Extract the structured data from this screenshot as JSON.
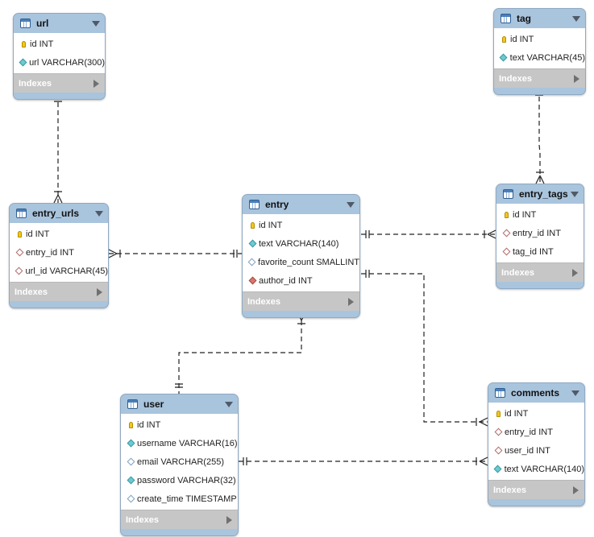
{
  "diagram": {
    "tables": [
      {
        "id": "url",
        "title": "url",
        "columns": [
          {
            "icon": "primary-key-icon",
            "text": "id INT"
          },
          {
            "icon": "column-cyan-diamond-icon",
            "text": "url VARCHAR(300)"
          }
        ],
        "indexes_label": "Indexes"
      },
      {
        "id": "tag",
        "title": "tag",
        "columns": [
          {
            "icon": "primary-key-icon",
            "text": "id INT"
          },
          {
            "icon": "column-cyan-diamond-icon",
            "text": "text VARCHAR(45)"
          }
        ],
        "indexes_label": "Indexes"
      },
      {
        "id": "entry_urls",
        "title": "entry_urls",
        "columns": [
          {
            "icon": "primary-key-icon",
            "text": "id INT"
          },
          {
            "icon": "foreign-key-hollow-diamond-icon",
            "text": "entry_id INT"
          },
          {
            "icon": "foreign-key-hollow-diamond-icon",
            "text": "url_id VARCHAR(45)"
          }
        ],
        "indexes_label": "Indexes"
      },
      {
        "id": "entry",
        "title": "entry",
        "columns": [
          {
            "icon": "primary-key-icon",
            "text": "id INT"
          },
          {
            "icon": "column-cyan-diamond-icon",
            "text": "text VARCHAR(140)"
          },
          {
            "icon": "column-hollow-diamond-icon",
            "text": "favorite_count SMALLINT"
          },
          {
            "icon": "foreign-key-red-diamond-icon",
            "text": "author_id INT"
          }
        ],
        "indexes_label": "Indexes"
      },
      {
        "id": "entry_tags",
        "title": "entry_tags",
        "columns": [
          {
            "icon": "primary-key-icon",
            "text": "id INT"
          },
          {
            "icon": "foreign-key-hollow-diamond-icon",
            "text": "entry_id INT"
          },
          {
            "icon": "foreign-key-hollow-diamond-icon",
            "text": "tag_id INT"
          }
        ],
        "indexes_label": "Indexes"
      },
      {
        "id": "user",
        "title": "user",
        "columns": [
          {
            "icon": "primary-key-icon",
            "text": "id INT"
          },
          {
            "icon": "column-cyan-diamond-icon",
            "text": "username VARCHAR(16)"
          },
          {
            "icon": "column-hollow-diamond-icon",
            "text": "email VARCHAR(255)"
          },
          {
            "icon": "column-cyan-diamond-icon",
            "text": "password VARCHAR(32)"
          },
          {
            "icon": "column-hollow-diamond-icon",
            "text": "create_time TIMESTAMP"
          }
        ],
        "indexes_label": "Indexes"
      },
      {
        "id": "comments",
        "title": "comments",
        "columns": [
          {
            "icon": "primary-key-icon",
            "text": "id INT"
          },
          {
            "icon": "foreign-key-hollow-diamond-icon",
            "text": "entry_id INT"
          },
          {
            "icon": "foreign-key-hollow-diamond-icon",
            "text": "user_id INT"
          },
          {
            "icon": "column-cyan-diamond-icon",
            "text": "text VARCHAR(140)"
          }
        ],
        "indexes_label": "Indexes"
      }
    ],
    "relationships": [
      {
        "from": "url",
        "to": "entry_urls",
        "from_end": "one",
        "to_end": "many"
      },
      {
        "from": "entry",
        "to": "entry_urls",
        "from_end": "one",
        "to_end": "many"
      },
      {
        "from": "tag",
        "to": "entry_tags",
        "from_end": "one",
        "to_end": "many"
      },
      {
        "from": "entry",
        "to": "entry_tags",
        "from_end": "one",
        "to_end": "many"
      },
      {
        "from": "user",
        "to": "entry",
        "from_end": "one",
        "to_end": "many"
      },
      {
        "from": "entry",
        "to": "comments",
        "from_end": "one",
        "to_end": "many"
      },
      {
        "from": "user",
        "to": "comments",
        "from_end": "one",
        "to_end": "many"
      }
    ],
    "colors": {
      "header": "#a9c4dd",
      "indexes_bar": "#c6c6c6",
      "connector": "#222222"
    }
  }
}
